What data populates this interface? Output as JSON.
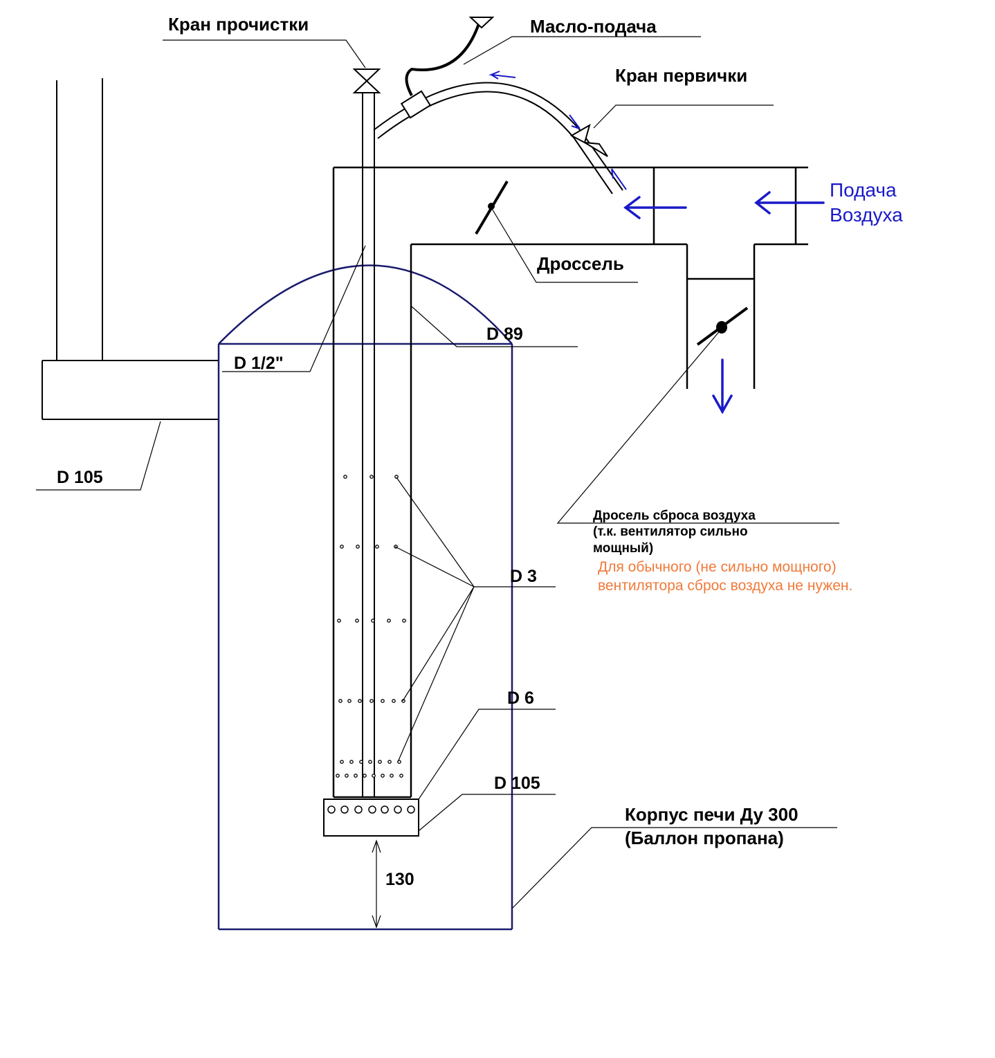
{
  "labels": {
    "cleaning_valve": "Кран прочистки",
    "oil_feed": "Масло-подача",
    "primary_valve": "Кран первички",
    "air_supply_line1": "Подача",
    "air_supply_line2": "Воздуха",
    "throttle": "Дроссель",
    "d89": "D 89",
    "d_half_inch": "D  1/2\"",
    "d105_left": "D 105",
    "bypass_throttle_line1": "Дросель сброса воздуха",
    "bypass_throttle_line2": "(т.к. вентилятор сильно",
    "bypass_throttle_line3": "мощный)",
    "note_line1": "Для обычного (не сильно мощного)",
    "note_line2": "вентилятора сброс воздуха не нужен.",
    "d3": "D 3",
    "d6": "D 6",
    "d105_burner": "D 105",
    "housing_line1": "Корпус печи Ду 300",
    "housing_line2": "(Баллон пропана)",
    "gap_130": "130"
  },
  "colors": {
    "line": "#000000",
    "housing": "#1a1a6e",
    "air_arrow": "#1a1ac8",
    "note": "#f07a3a"
  }
}
